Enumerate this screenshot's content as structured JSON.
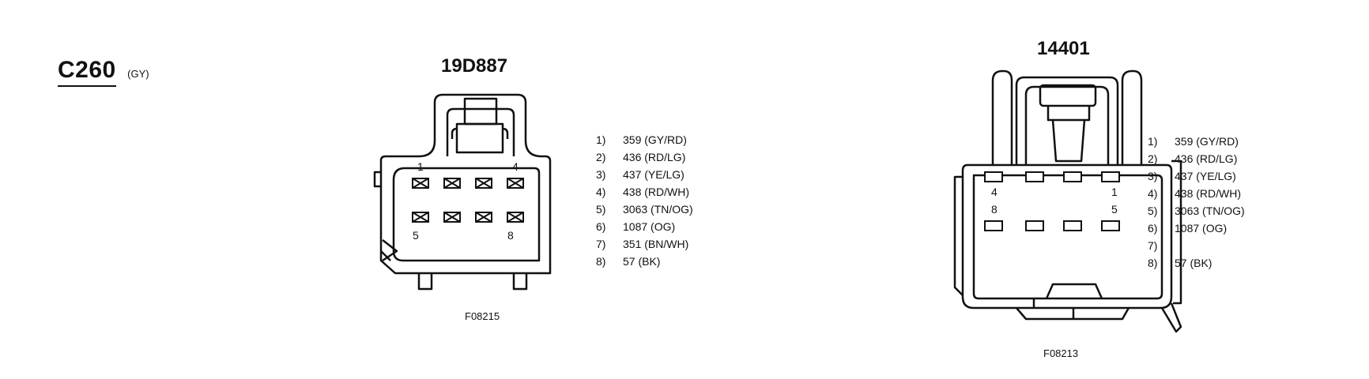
{
  "connector": {
    "id": "C260",
    "color": "(GY)"
  },
  "left": {
    "part_number": "19D887",
    "figure_code": "F08215",
    "cavity_labels": [
      "1",
      "4",
      "5",
      "8"
    ],
    "pins": [
      {
        "num": "1)",
        "value": "359 (GY/RD)"
      },
      {
        "num": "2)",
        "value": "436 (RD/LG)"
      },
      {
        "num": "3)",
        "value": "437 (YE/LG)"
      },
      {
        "num": "4)",
        "value": "438 (RD/WH)"
      },
      {
        "num": "5)",
        "value": "3063 (TN/OG)"
      },
      {
        "num": "6)",
        "value": "1087 (OG)"
      },
      {
        "num": "7)",
        "value": "351 (BN/WH)"
      },
      {
        "num": "8)",
        "value": "57 (BK)"
      }
    ]
  },
  "right": {
    "part_number": "14401",
    "figure_code": "F08213",
    "cavity_labels": [
      "4",
      "1",
      "8",
      "5"
    ],
    "pins": [
      {
        "num": "1)",
        "value": "359 (GY/RD)"
      },
      {
        "num": "2)",
        "value": "436 (RD/LG)"
      },
      {
        "num": "3)",
        "value": "437 (YE/LG)"
      },
      {
        "num": "4)",
        "value": "438 (RD/WH)"
      },
      {
        "num": "5)",
        "value": "3063 (TN/OG)"
      },
      {
        "num": "6)",
        "value": "1087 (OG)"
      },
      {
        "num": "7)",
        "value": ""
      },
      {
        "num": "8)",
        "value": "57 (BK)"
      }
    ]
  }
}
